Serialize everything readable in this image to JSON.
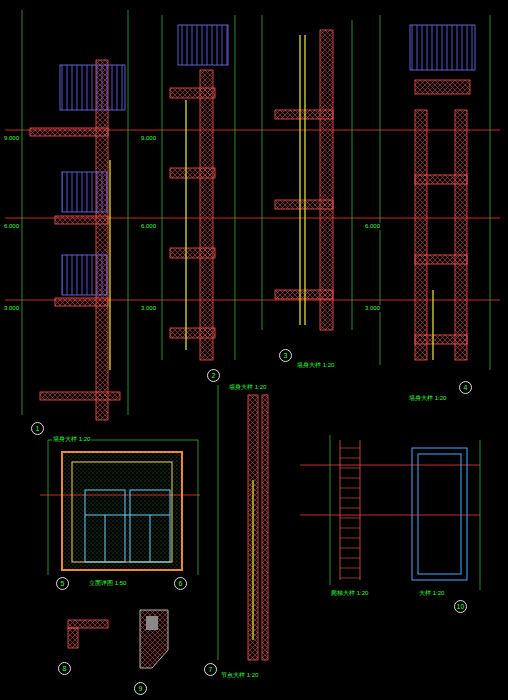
{
  "diagram": {
    "nodes": [
      {
        "text": [
          "1"
        ]
      },
      {
        "text": [
          "2"
        ]
      },
      {
        "text": [
          "3"
        ]
      },
      {
        "text": [
          "4"
        ]
      },
      {
        "text": [
          "5"
        ]
      },
      {
        "text": [
          "6"
        ]
      },
      {
        "text": [
          "7"
        ]
      },
      {
        "text": [
          "8"
        ]
      },
      {
        "text": [
          "9"
        ]
      },
      {
        "text": [
          "10"
        ]
      }
    ],
    "labels": [
      "3.000",
      "6.000",
      "9.000",
      "3.000",
      "6.000",
      "9.000",
      "3.000",
      "6.000",
      "墙身大样 1:20",
      "墙身大样 1:20",
      "墙身大样 1:20",
      "墙身大样 1:20",
      "立面详图 1:50",
      "节点大样 1:20",
      "爬梯大样 1:20",
      "大样 1:20"
    ]
  }
}
